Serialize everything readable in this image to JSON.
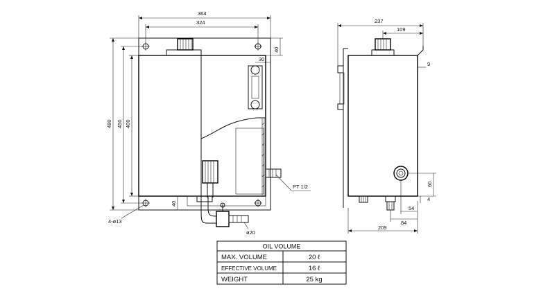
{
  "front_view": {
    "dims": {
      "overall_width": "364",
      "bolt_width": "324",
      "overall_height": "480",
      "bolt_height": "450",
      "tank_height": "400",
      "top_offset": "40",
      "gauge_offset": "30",
      "bottom_offset": "40",
      "outlet_dia": "ø20"
    },
    "labels": {
      "mount_holes": "4-ø13",
      "port": "PT 1/2"
    }
  },
  "side_view": {
    "dims": {
      "overall_depth": "237",
      "cap_offset": "109",
      "top_lip": "9",
      "base_depth": "209",
      "port_height": "60",
      "port_offset": "4",
      "drain_offset_a": "54",
      "drain_offset_b": "84"
    }
  },
  "table": {
    "title": "OIL VOLUME",
    "rows": [
      {
        "label": "MAX. VOLUME",
        "value": "20 ℓ"
      },
      {
        "label": "EFFECTIVE VOLUME",
        "value": "16 ℓ"
      },
      {
        "label": "WEIGHT",
        "value": "25 kg"
      }
    ]
  }
}
